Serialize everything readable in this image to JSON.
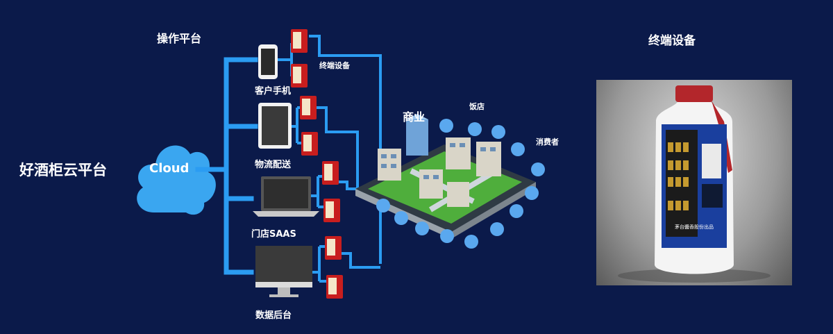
{
  "platform_title": "好酒柜云平台",
  "cloud_label": "Cloud",
  "ops_title": "操作平台",
  "terminal_title": "终端设备",
  "devices": [
    {
      "label": "客户手机",
      "icon": "smartphone-icon"
    },
    {
      "label": "物流配送",
      "icon": "tablet-icon"
    },
    {
      "label": "门店SAAS",
      "icon": "laptop-icon"
    },
    {
      "label": "数据后台",
      "icon": "desktop-monitor-icon"
    }
  ],
  "terminal_device_label": "终端设备",
  "commerce_label": "商业",
  "restaurant_label": "饭店",
  "consumer_label": "消费者",
  "cabinet_brand_text": "茅台醬香股份出品",
  "colors": {
    "background": "#0b1a4a",
    "connector": "#2b9cf2",
    "cloud": "#3aa6f0",
    "vending_red": "#c81e1e"
  }
}
